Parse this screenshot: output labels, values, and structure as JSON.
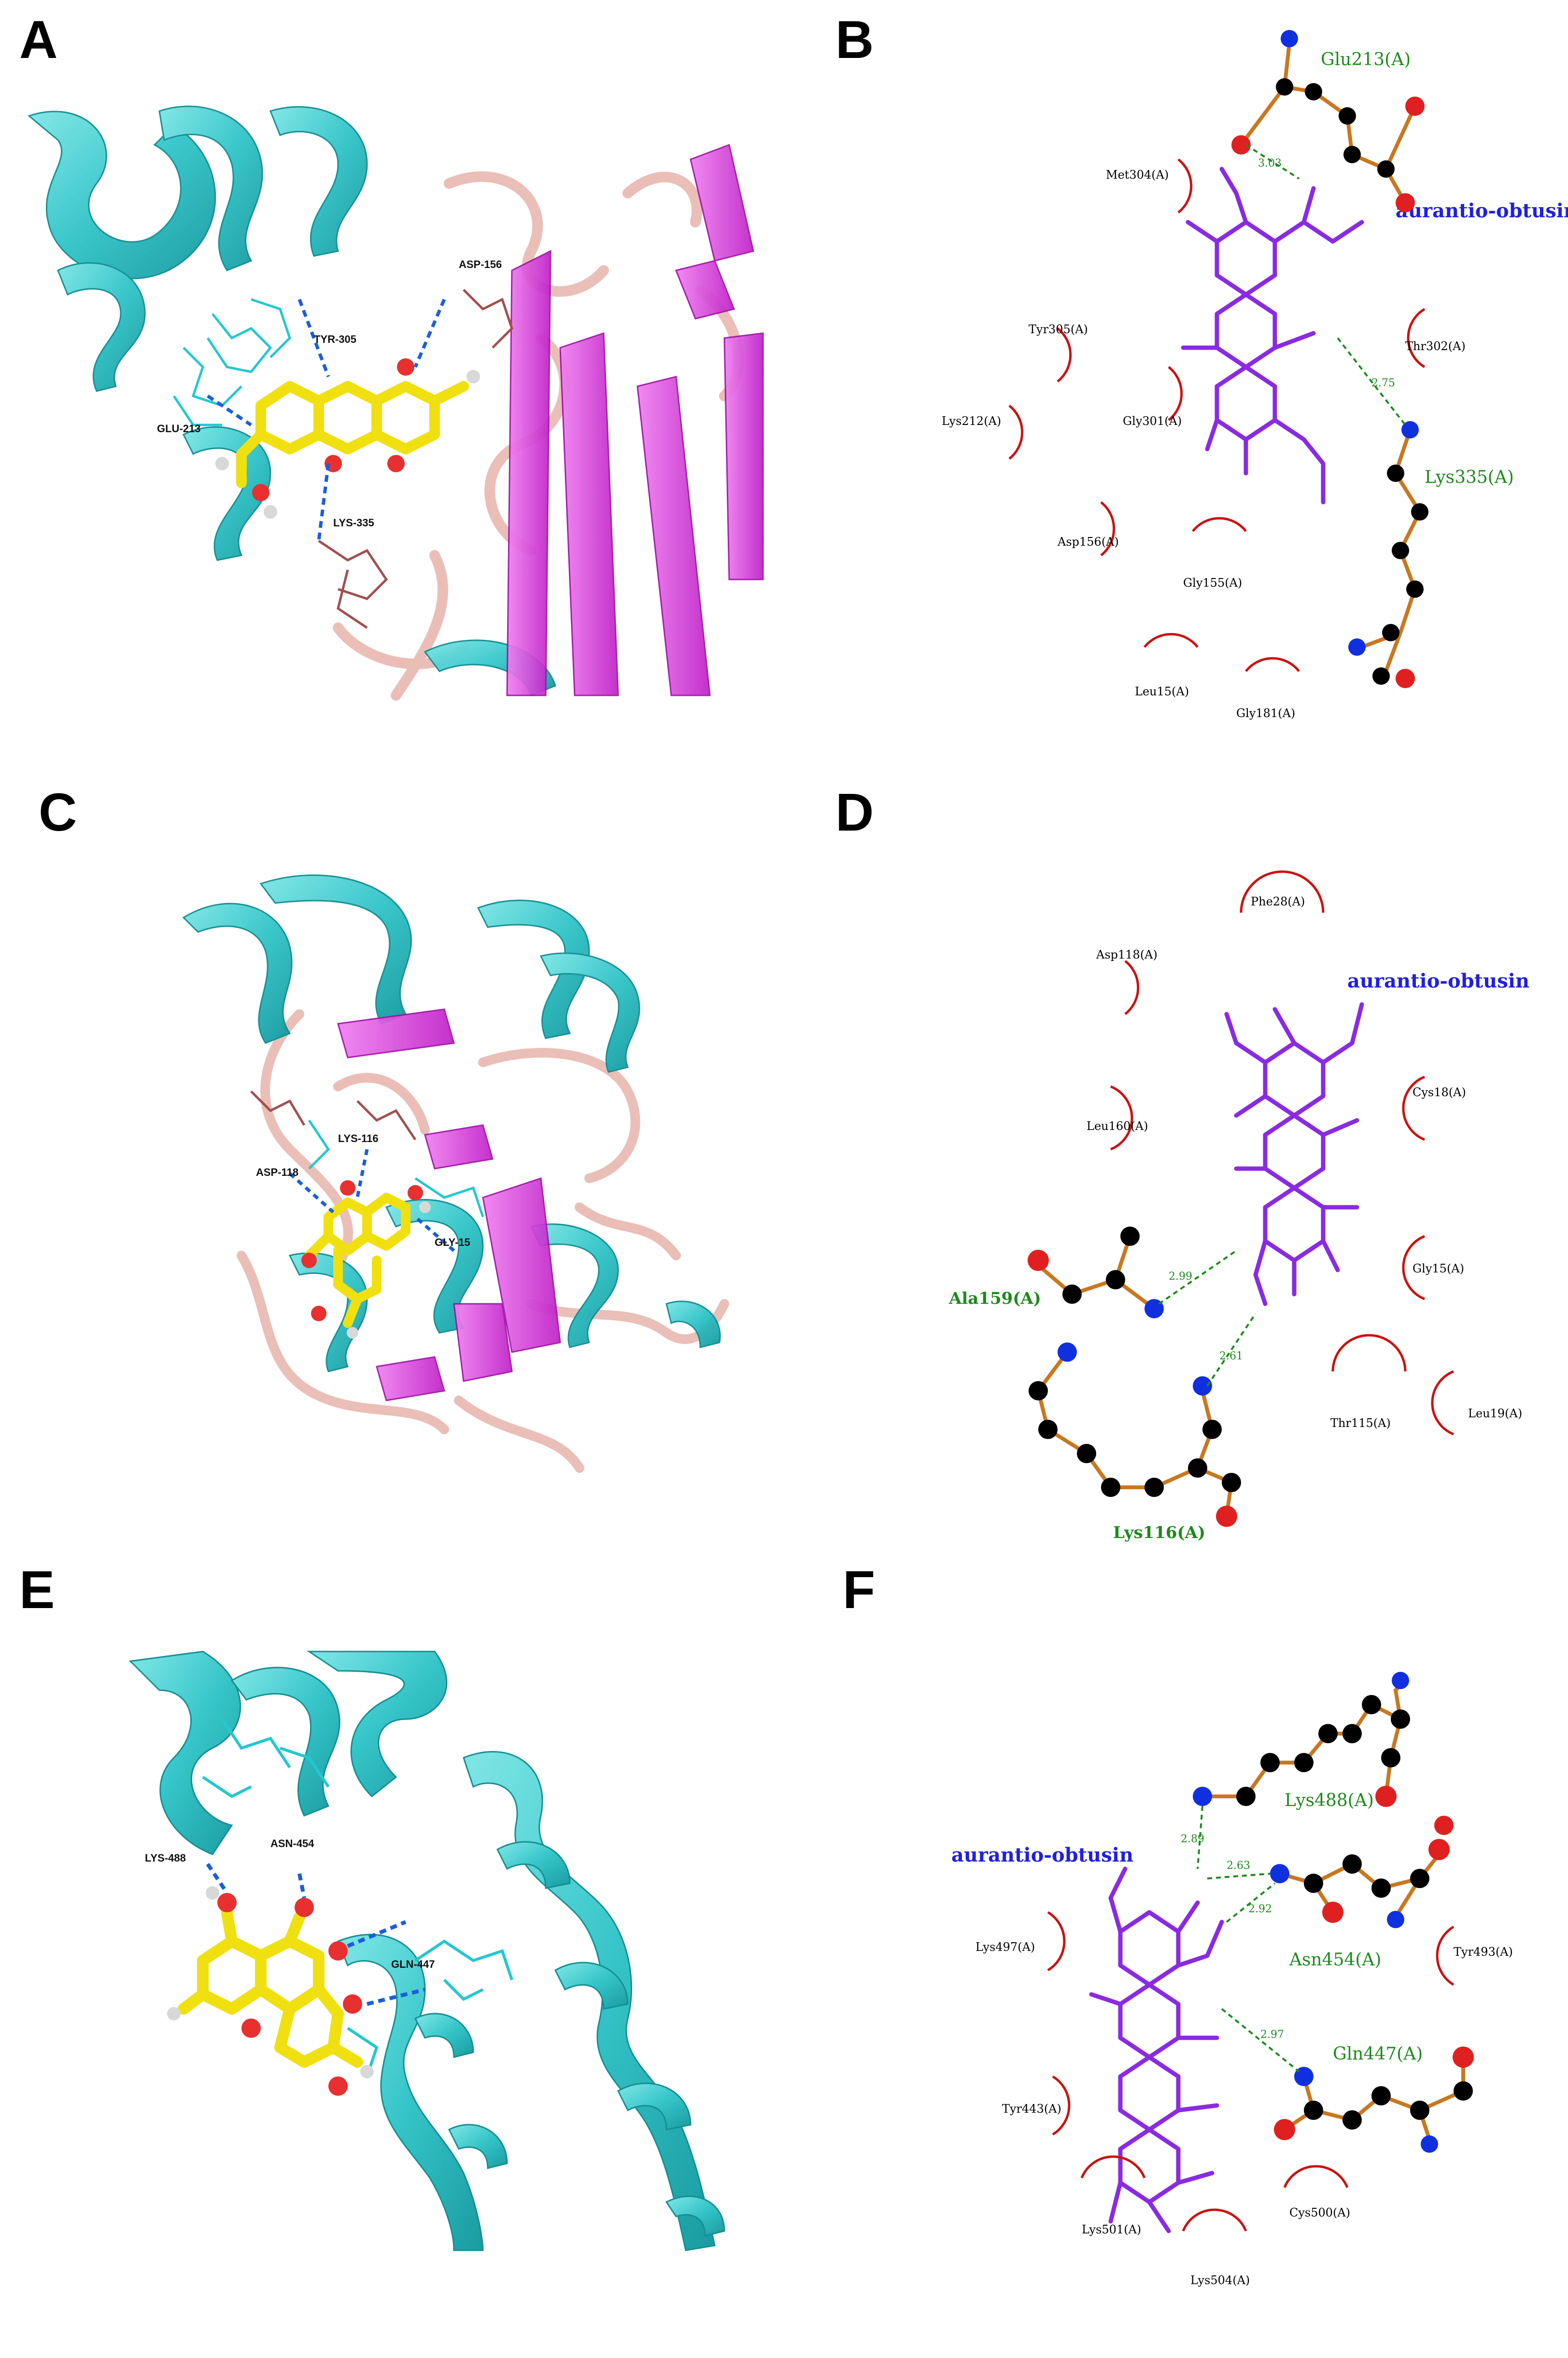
{
  "panels": {
    "A": {
      "label": "A",
      "residues": [
        "TYR-305",
        "ASP-156",
        "GLU-213",
        "LYS-335"
      ]
    },
    "B": {
      "label": "B",
      "ligand": "aurantio-obtusin",
      "hbond_residues": [
        "Glu213(A)",
        "Lys335(A)"
      ],
      "hydrophobic_residues": [
        "Met304(A)",
        "Tyr305(A)",
        "Thr302(A)",
        "Lys212(A)",
        "Gly301(A)",
        "Asp156(A)",
        "Gly155(A)",
        "Leu15(A)",
        "Gly181(A)"
      ],
      "distances": [
        "3.03",
        "2.75"
      ]
    },
    "C": {
      "label": "C",
      "residues": [
        "LYS-116",
        "ASP-118",
        "GLY-15"
      ]
    },
    "D": {
      "label": "D",
      "ligand": "aurantio-obtusin",
      "hbond_residues": [
        "Ala159(A)",
        "Lys116(A)"
      ],
      "hydrophobic_residues": [
        "Phe28(A)",
        "Asp118(A)",
        "Cys18(A)",
        "Leu160(A)",
        "Gly15(A)",
        "Thr115(A)",
        "Leu19(A)"
      ],
      "distances": [
        "2.99",
        "2.61"
      ]
    },
    "E": {
      "label": "E",
      "residues": [
        "LYS-488",
        "ASN-454",
        "GLN-447"
      ]
    },
    "F": {
      "label": "F",
      "ligand": "aurantio-obtusin",
      "hbond_residues": [
        "Lys488(A)",
        "Asn454(A)",
        "Gln447(A)"
      ],
      "hydrophobic_residues": [
        "Lys497(A)",
        "Tyr493(A)",
        "Tyr443(A)",
        "Cys500(A)",
        "Lys501(A)",
        "Lys504(A)"
      ],
      "distances": [
        "2.89",
        "2.63",
        "2.92",
        "2.97"
      ]
    }
  },
  "colors": {
    "helix": "#3fd0d0",
    "sheet": "#e040e0",
    "loop": "#e8b4ac",
    "ligand3d": "#f0e010",
    "oxygen": "#e02020",
    "nitrogen": "#1030e0",
    "carbon": "#000000",
    "bond": "#c87820",
    "ligand2d": "#8a2be2",
    "hbond": "#1c8a1c",
    "hydrophobic": "#cc1111"
  }
}
